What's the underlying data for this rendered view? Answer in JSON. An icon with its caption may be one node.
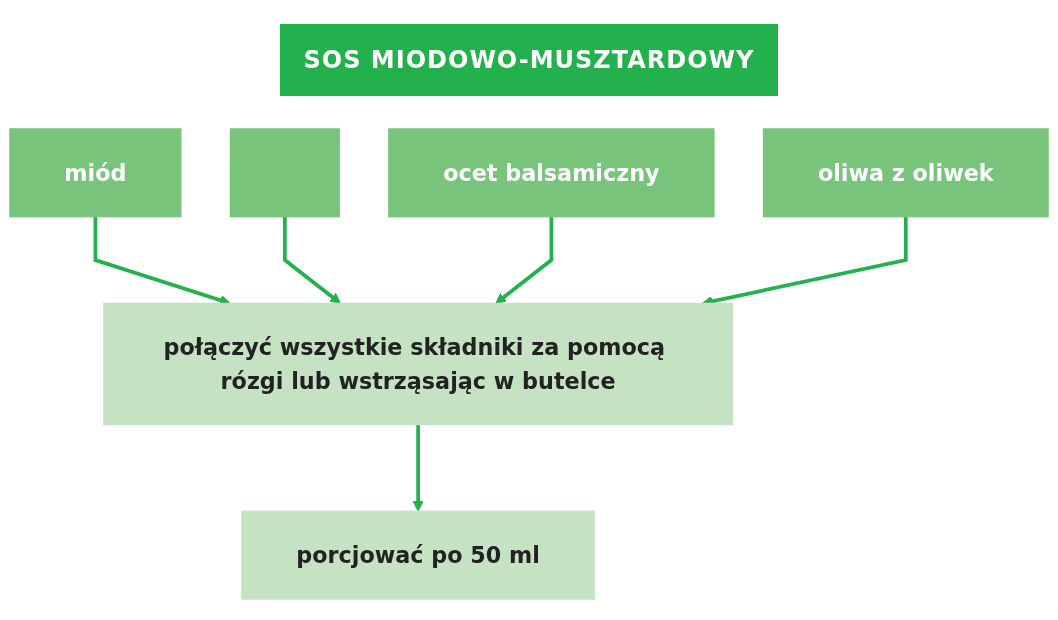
{
  "diagram": {
    "title": "SOS MIODOWO-MUSZTARDOWY",
    "nodes": [
      {
        "text": [
          "miód"
        ]
      },
      {
        "text": [],
        "shape": "box"
      },
      {
        "text": [
          "ocet balsamiczny"
        ]
      },
      {
        "text": [
          "oliwa z oliwek"
        ]
      },
      {
        "text": [
          "połączyć wszystkie składniki za pomocą rózgi lub wstrząsając w butelce"
        ]
      },
      {
        "text": [
          "porcjować po 50 ml"
        ]
      }
    ],
    "edges": [
      {
        "from": 0,
        "to": 4,
        "arrow": "to"
      },
      {
        "from": 1,
        "to": 4,
        "arrow": "to"
      },
      {
        "from": 2,
        "to": 4,
        "arrow": "to"
      },
      {
        "from": 3,
        "to": 4,
        "arrow": "to"
      },
      {
        "from": 4,
        "to": 5,
        "arrow": "to"
      }
    ]
  }
}
